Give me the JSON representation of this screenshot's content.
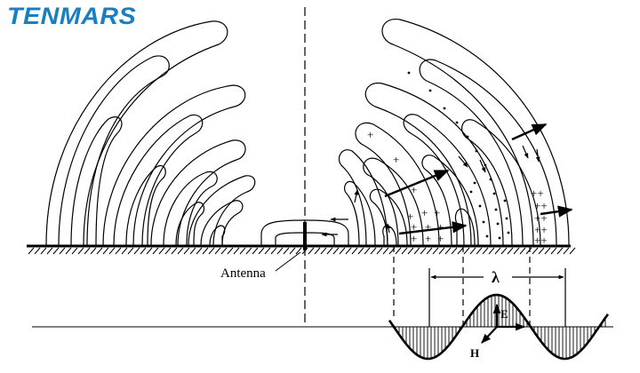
{
  "brand": {
    "logo_text": "TENMARS",
    "logo_color": "#1a7fc1"
  },
  "labels": {
    "antenna": "Antenna",
    "wavelength": "λ",
    "electric_field": "E",
    "magnetic_field": "H"
  },
  "field_markers": {
    "positive": "+",
    "positive_pair": "++"
  },
  "colors": {
    "line": "#000000",
    "background": "#ffffff"
  }
}
